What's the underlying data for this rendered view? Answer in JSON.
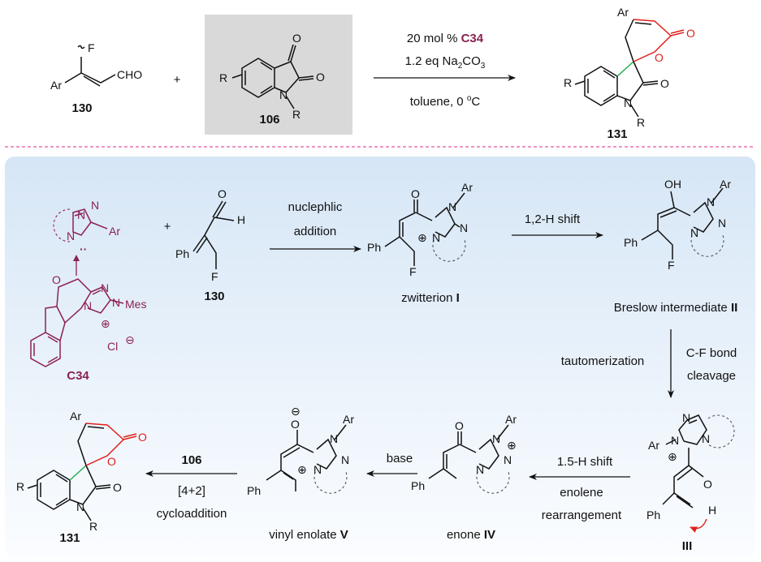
{
  "top_reaction": {
    "reactant_130": {
      "number": "130",
      "atoms": [
        "F",
        "CHO",
        "Ar"
      ]
    },
    "reactant_106": {
      "number": "106",
      "atoms": [
        "O",
        "O",
        "R",
        "N",
        "R"
      ]
    },
    "conditions": {
      "catalyst_prefix": "20 mol % ",
      "catalyst": "C34",
      "base_prefix": "1.2 eq Na",
      "base_sub": "2",
      "base_suffix": "CO",
      "base_sub2": "3",
      "solvent_prefix": "toluene, 0 ",
      "solvent_sup": "o",
      "solvent_suffix": "C"
    },
    "product_131": {
      "number": "131",
      "atoms": [
        "Ar",
        "O",
        "O",
        "O",
        "R",
        "N",
        "R"
      ]
    },
    "plus": "+"
  },
  "mechanism": {
    "carbene": {
      "atoms": [
        "N",
        "N",
        "N",
        "Ar",
        "··"
      ]
    },
    "catalyst_c34": {
      "label": "C34",
      "atoms": [
        "O",
        "N",
        "N",
        "N",
        "Mes",
        "Cl",
        "⊖",
        "⊕"
      ]
    },
    "plus": "+",
    "aldehyde_130": {
      "number": "130",
      "atoms": [
        "O",
        "H",
        "Ph",
        "F"
      ]
    },
    "step_nucleophilic": [
      "nuclephlic",
      "addition"
    ],
    "zwitterion": {
      "prefix": "zwitterion ",
      "numeral": "I",
      "atoms": [
        "O",
        "N",
        "Ar",
        "N",
        "N",
        "Ph",
        "F",
        "⊕"
      ]
    },
    "step_h_shift": "1,2-H shift",
    "breslow": {
      "prefix": "Breslow intermediate ",
      "numeral": "II",
      "atoms": [
        "OH",
        "N",
        "Ar",
        "N",
        "N",
        "Ph",
        "F"
      ]
    },
    "step_tautomerization": "tautomerization",
    "step_cf_cleavage": [
      "C-F bond",
      "cleavage"
    ],
    "intermediate_iii": {
      "numeral": "III",
      "atoms": [
        "N",
        "N",
        "N",
        "Ar",
        "⊕",
        "O",
        "H",
        "Ph"
      ]
    },
    "step_15_h_shift": "1.5-H shift",
    "step_enolene": [
      "enolene",
      "rearrangement"
    ],
    "enone": {
      "prefix": "enone ",
      "numeral": "IV",
      "atoms": [
        "O",
        "N",
        "Ar",
        "N",
        "N",
        "Ph",
        "⊕"
      ]
    },
    "step_base": "base",
    "vinyl_enolate": {
      "prefix": "vinyl enolate ",
      "numeral": "V",
      "atoms": [
        "O",
        "⊖",
        "N",
        "Ar",
        "N",
        "N",
        "Ph",
        "⊕"
      ]
    },
    "step_reagent": "106",
    "step_cycloaddition": [
      "[4+2]",
      "cycloaddition"
    ],
    "product": {
      "number": "131",
      "atoms": [
        "Ar",
        "O",
        "O",
        "O",
        "R",
        "N",
        "R"
      ]
    }
  },
  "colors": {
    "catalyst": "#8b2252",
    "lactone": "#e0201b",
    "spiro_bond": "#22b14c",
    "separator": "#e874b0",
    "panel_top": "#d9e8f7",
    "panel_bottom": "#ffffff",
    "reactant_box": "#d9d9d9"
  }
}
